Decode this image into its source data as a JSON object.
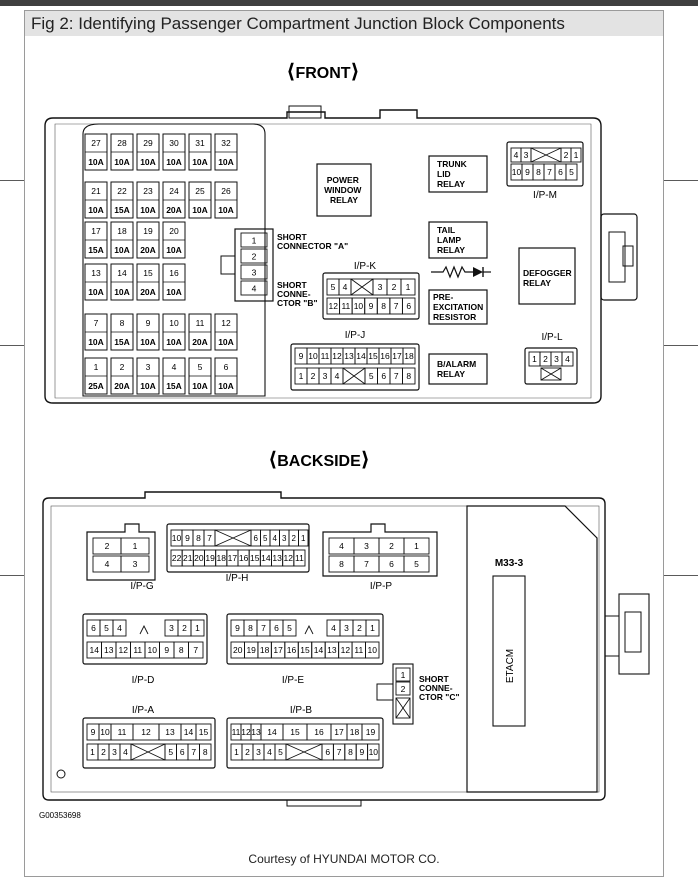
{
  "caption": "Fig 2: Identifying Passenger Compartment Junction Block Components",
  "front_title": "FRONT",
  "back_title": "BACKSIDE",
  "fuse_numbers": [
    [
      "27",
      "28",
      "29",
      "30",
      "31",
      "32"
    ],
    [
      "21",
      "22",
      "23",
      "24",
      "25",
      "26"
    ],
    [
      "17",
      "18",
      "19",
      "20"
    ],
    [
      "13",
      "14",
      "15",
      "16"
    ],
    [
      "7",
      "8",
      "9",
      "10",
      "11",
      "12"
    ],
    [
      "1",
      "2",
      "3",
      "4",
      "5",
      "6"
    ]
  ],
  "fuse_ratings": [
    [
      "10A",
      "10A",
      "10A",
      "10A",
      "10A",
      "10A"
    ],
    [
      "10A",
      "15A",
      "10A",
      "20A",
      "10A",
      "10A"
    ],
    [
      "15A",
      "10A",
      "20A",
      "10A"
    ],
    [
      "10A",
      "10A",
      "20A",
      "10A"
    ],
    [
      "10A",
      "15A",
      "10A",
      "10A",
      "20A",
      "10A"
    ],
    [
      "25A",
      "20A",
      "10A",
      "15A",
      "10A",
      "10A"
    ]
  ],
  "front_labels": {
    "power_window_relay": [
      "POWER",
      "WINDOW",
      "RELAY"
    ],
    "trunk_lid_relay": [
      "TRUNK",
      "LID",
      "RELAY"
    ],
    "tail_lamp_relay": [
      "TAIL",
      "LAMP",
      "RELAY"
    ],
    "defogger_relay": [
      "DEFOGGER",
      "RELAY"
    ],
    "pre_excitation_resistor": [
      "PRE-",
      "EXCITATION",
      "RESISTOR"
    ],
    "balarm_relay": [
      "B/ALARM",
      "RELAY"
    ],
    "short_connector_a": [
      "SHORT",
      "CONNECTOR \"A\""
    ],
    "short_connector_b": [
      "SHORT",
      "CONNE-",
      "CTOR \"B\""
    ],
    "ipm": "I/P-M",
    "ipk": "I/P-K",
    "ipj": "I/P-J",
    "ipl": "I/P-L"
  },
  "short_a_pins": [
    "1",
    "2",
    "3",
    "4"
  ],
  "ipm_top": [
    "4",
    "3",
    "2",
    "1"
  ],
  "ipm_bottom": [
    "10",
    "9",
    "8",
    "7",
    "6",
    "5"
  ],
  "ipk_top": [
    "5",
    "4",
    "3",
    "2",
    "1"
  ],
  "ipk_bottom": [
    "12",
    "11",
    "10",
    "9",
    "8",
    "7",
    "6"
  ],
  "ipj_top": [
    "9",
    "10",
    "11",
    "12",
    "13",
    "14",
    "15",
    "16",
    "17",
    "18"
  ],
  "ipj_bottom": [
    "1",
    "2",
    "3",
    "4",
    "5",
    "6",
    "7",
    "8"
  ],
  "ipl_pins": [
    "1",
    "2",
    "3",
    "4"
  ],
  "back_labels": {
    "ipg": "I/P-G",
    "iph": "I/P-H",
    "ipp": "I/P-P",
    "ipd": "I/P-D",
    "ipe": "I/P-E",
    "ipa": "I/P-A",
    "ipb": "I/P-B",
    "m33": "M33-3",
    "etacm": "ETACM",
    "short_connector_c": [
      "SHORT",
      "CONNE-",
      "CTOR \"C\""
    ]
  },
  "ipg_top": [
    "2",
    "1"
  ],
  "ipg_bottom": [
    "4",
    "3"
  ],
  "iph_top": [
    "10",
    "9",
    "8",
    "7",
    "6",
    "5",
    "4",
    "3",
    "2",
    "1"
  ],
  "iph_bottom": [
    "22",
    "21",
    "20",
    "19",
    "18",
    "17",
    "16",
    "15",
    "14",
    "13",
    "12",
    "11"
  ],
  "ipp_top": [
    "4",
    "3",
    "2",
    "1"
  ],
  "ipp_bottom": [
    "8",
    "7",
    "6",
    "5"
  ],
  "ipd_top": [
    "6",
    "5",
    "4",
    "3",
    "2",
    "1"
  ],
  "ipd_bottom": [
    "14",
    "13",
    "12",
    "11",
    "10",
    "9",
    "8",
    "7"
  ],
  "ipe_top": [
    "9",
    "8",
    "7",
    "6",
    "5",
    "4",
    "3",
    "2",
    "1"
  ],
  "ipe_bottom": [
    "20",
    "19",
    "18",
    "17",
    "16",
    "15",
    "14",
    "13",
    "12",
    "11",
    "10"
  ],
  "ipa_top": [
    "9",
    "10",
    "11",
    "12",
    "13",
    "14",
    "15"
  ],
  "ipa_bottom": [
    "1",
    "2",
    "3",
    "4",
    "5",
    "6",
    "7",
    "8"
  ],
  "ipb_top": [
    "11",
    "12",
    "13",
    "14",
    "15",
    "16",
    "17",
    "18",
    "19"
  ],
  "ipb_bottom": [
    "1",
    "2",
    "3",
    "4",
    "5",
    "6",
    "7",
    "8",
    "9",
    "10"
  ],
  "short_c_pins": [
    "1",
    "2"
  ],
  "figure_code": "G00353698",
  "courtesy": "Courtesy of HYUNDAI MOTOR CO."
}
